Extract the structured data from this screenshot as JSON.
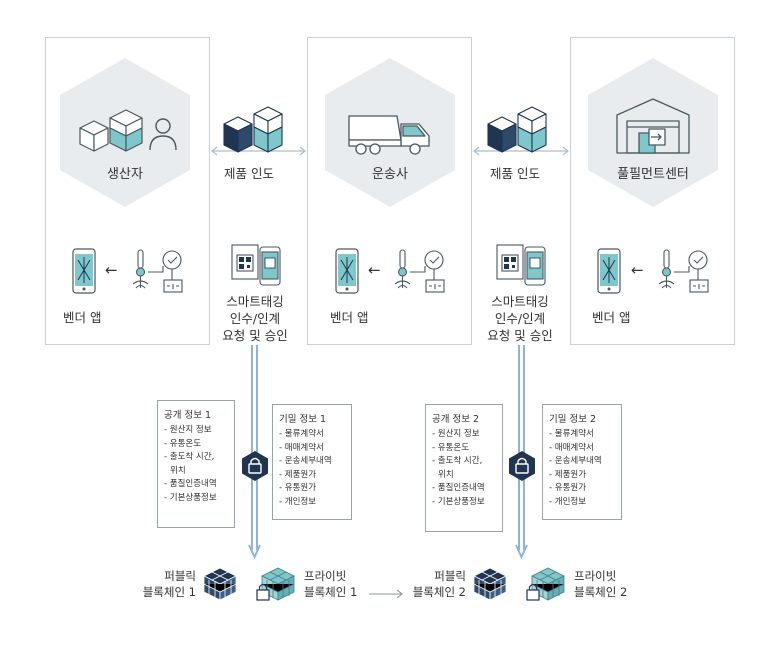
{
  "nodes": {
    "producer": "생산자",
    "carrier": "운송사",
    "fulfillment": "풀필먼트센터"
  },
  "handover": [
    "제품 인도",
    "제품 인도"
  ],
  "vendor_app": [
    "벤더 앱",
    "벤더 앱",
    "벤더 앱"
  ],
  "smart_tag": [
    [
      "스마트태깅",
      "인수/인계",
      "요청 및 승인"
    ],
    [
      "스마트태깅",
      "인수/인계",
      "요청 및 승인"
    ]
  ],
  "public_docs": [
    {
      "title": "공개 정보 1",
      "items": [
        "- 원산지 정보",
        "- 유통온도",
        "- 출도착 시간,",
        "위치",
        "- 품질인증내역",
        "- 기본상품정보"
      ]
    },
    {
      "title": "공개 정보 2",
      "items": [
        "- 원산지 정보",
        "- 유통온도",
        "- 출도착 시간,",
        "위치",
        "- 품질인증내역",
        "- 기본상품정보"
      ]
    }
  ],
  "private_docs": [
    {
      "title": "기밀 정보 1",
      "items": [
        "- 물류계약서",
        "- 매매계약서",
        "- 운송세부내역",
        "- 제품원가",
        "- 유통원가",
        "- 개인정보"
      ]
    },
    {
      "title": "기밀 정보 2",
      "items": [
        "- 물류계약서",
        "- 매매계약서",
        "- 운송세부내역",
        "- 제품원가",
        "- 유통원가",
        "- 개인정보"
      ]
    }
  ],
  "blockchain": {
    "public1": [
      "퍼블릭",
      "블록체인 1"
    ],
    "private1": [
      "프라이빗",
      "블록체인 1"
    ],
    "public2": [
      "퍼블릭",
      "블록체인 2"
    ],
    "private2": [
      "프라이빗",
      "블록체인 2"
    ]
  },
  "icons": {
    "node_hex": "hexagon",
    "boxes": "boxes-icon",
    "person": "person-icon",
    "truck": "truck-icon",
    "warehouse": "warehouse-icon",
    "phone": "phone-icon",
    "sensor": "sensor-icon",
    "qr_tag": "qr-tag-icon",
    "lock": "lock-icon",
    "cube": "blockchain-cube-icon"
  },
  "colors": {
    "teal": "#7ec8cc",
    "navy": "#1f3552",
    "line_blue": "#8fb3d9",
    "hex_fill": "#e9ecee",
    "border": "#c9d1d6"
  }
}
